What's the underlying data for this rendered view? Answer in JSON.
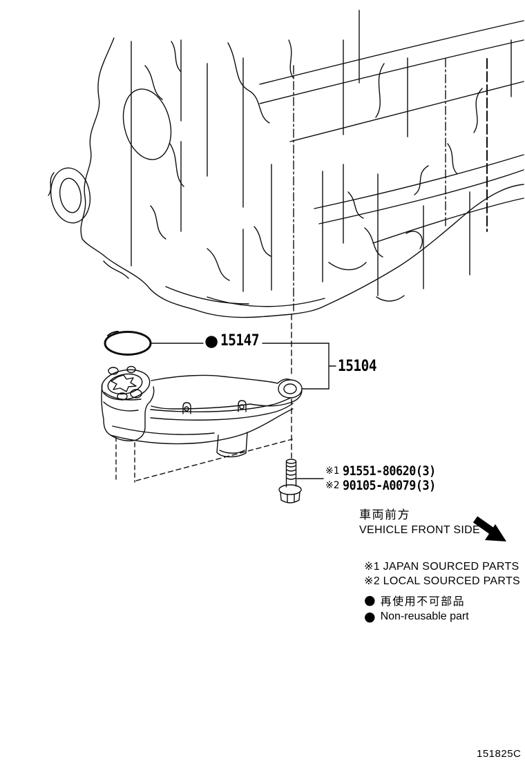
{
  "colors": {
    "ink": "#000000",
    "background": "#ffffff"
  },
  "callouts": {
    "o_ring": {
      "bullet": "●",
      "part_number": "15147"
    },
    "strainer_assembly": {
      "part_number": "15104"
    },
    "bolt": {
      "rows": [
        {
          "ref_mark": "※1",
          "part_number": "91551-80620(3)"
        },
        {
          "ref_mark": "※2",
          "part_number": "90105-A0079(3)"
        }
      ]
    }
  },
  "direction": {
    "jp": "車両前方",
    "en": "VEHICLE FRONT SIDE"
  },
  "legend": {
    "sourcing": [
      {
        "ref_mark": "※1",
        "text": "JAPAN SOURCED PARTS"
      },
      {
        "ref_mark": "※2",
        "text": "LOCAL SOURCED PARTS"
      }
    ],
    "non_reusable": {
      "bullet": "●",
      "jp": "再使用不可部品",
      "en": "Non-reusable part"
    }
  },
  "footer": {
    "code": "151825C"
  }
}
